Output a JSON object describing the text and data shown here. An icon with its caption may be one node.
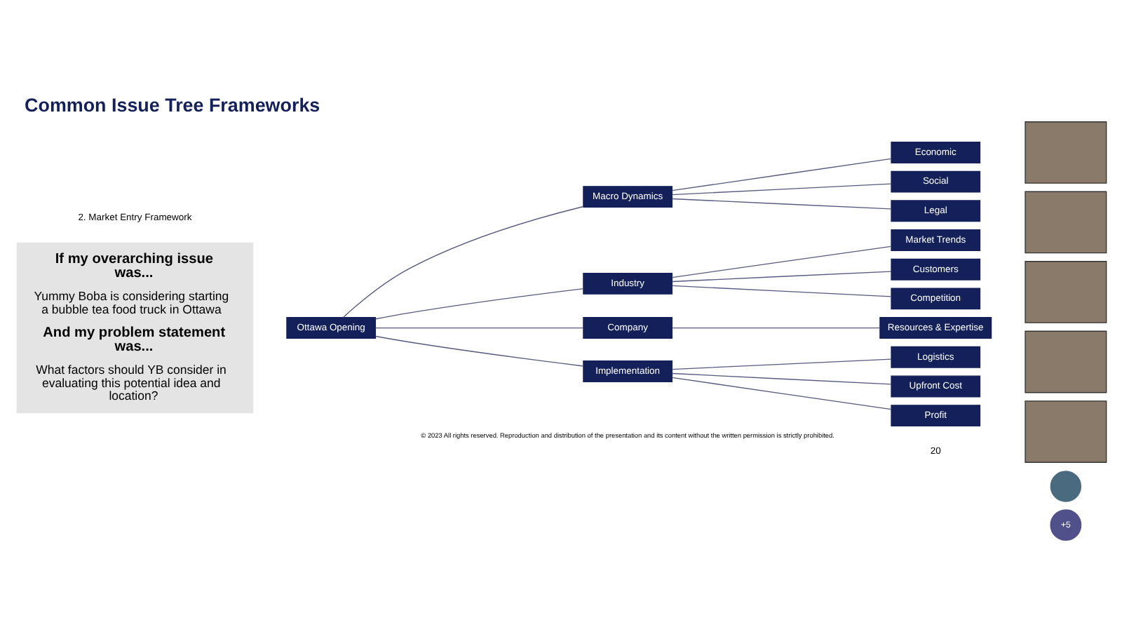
{
  "diagram": {
    "title": "Common Issue Tree Frameworks",
    "nodes": [
      {
        "text": [
          "If my overarching issue was...",
          "Yummy Boba is considering starting a bubble tea food truck in Ottawa",
          "And my problem statement was...",
          "What factors should YB consider in evaluating this potential idea and location?"
        ]
      },
      {
        "text": [
          "Ottawa Opening"
        ]
      },
      {
        "text": [
          "Macro Dynamics"
        ]
      },
      {
        "text": [
          "Economic"
        ]
      },
      {
        "text": [
          "Social"
        ]
      },
      {
        "text": [
          "Legal"
        ]
      },
      {
        "text": [
          "Industry"
        ]
      },
      {
        "text": [
          "Market Trends"
        ]
      },
      {
        "text": [
          "Customers"
        ]
      },
      {
        "text": [
          "Competition"
        ]
      },
      {
        "text": [
          "Company"
        ]
      },
      {
        "text": [
          "Resources & Expertise"
        ]
      },
      {
        "text": [
          "Implementation"
        ]
      },
      {
        "text": [
          "Logistics"
        ]
      },
      {
        "text": [
          "Upfront Cost"
        ]
      },
      {
        "text": [
          "Profit"
        ]
      },
      {
        "text": [],
        "shape": "box"
      },
      {
        "text": [],
        "shape": "box"
      },
      {
        "text": [],
        "shape": "box"
      },
      {
        "text": [],
        "shape": "box"
      },
      {
        "text": [],
        "shape": "box"
      },
      {
        "text": [],
        "shape": "circle"
      },
      {
        "text": [
          "+5"
        ]
      }
    ],
    "edges": [
      {
        "from": 1,
        "to": 2,
        "arrow": "none"
      },
      {
        "from": 1,
        "to": 6,
        "arrow": "none"
      },
      {
        "from": 1,
        "to": 10,
        "arrow": "none"
      },
      {
        "from": 1,
        "to": 12,
        "arrow": "none"
      },
      {
        "from": 2,
        "to": 3,
        "arrow": "none"
      },
      {
        "from": 2,
        "to": 4,
        "arrow": "none"
      },
      {
        "from": 2,
        "to": 5,
        "arrow": "none"
      },
      {
        "from": 6,
        "to": 7,
        "arrow": "none"
      },
      {
        "from": 6,
        "to": 8,
        "arrow": "none"
      },
      {
        "from": 6,
        "to": 9,
        "arrow": "none"
      },
      {
        "from": 10,
        "to": 11,
        "arrow": "none"
      },
      {
        "from": 12,
        "to": 13,
        "arrow": "none"
      },
      {
        "from": 12,
        "to": 14,
        "arrow": "none"
      },
      {
        "from": 12,
        "to": 15,
        "arrow": "none"
      }
    ],
    "labels": [
      "2. Market Entry Framework",
      "© 2023 All rights reserved. Reproduction and distribution of the presentation and its content without the written permission is strictly prohibited.",
      "20"
    ]
  }
}
